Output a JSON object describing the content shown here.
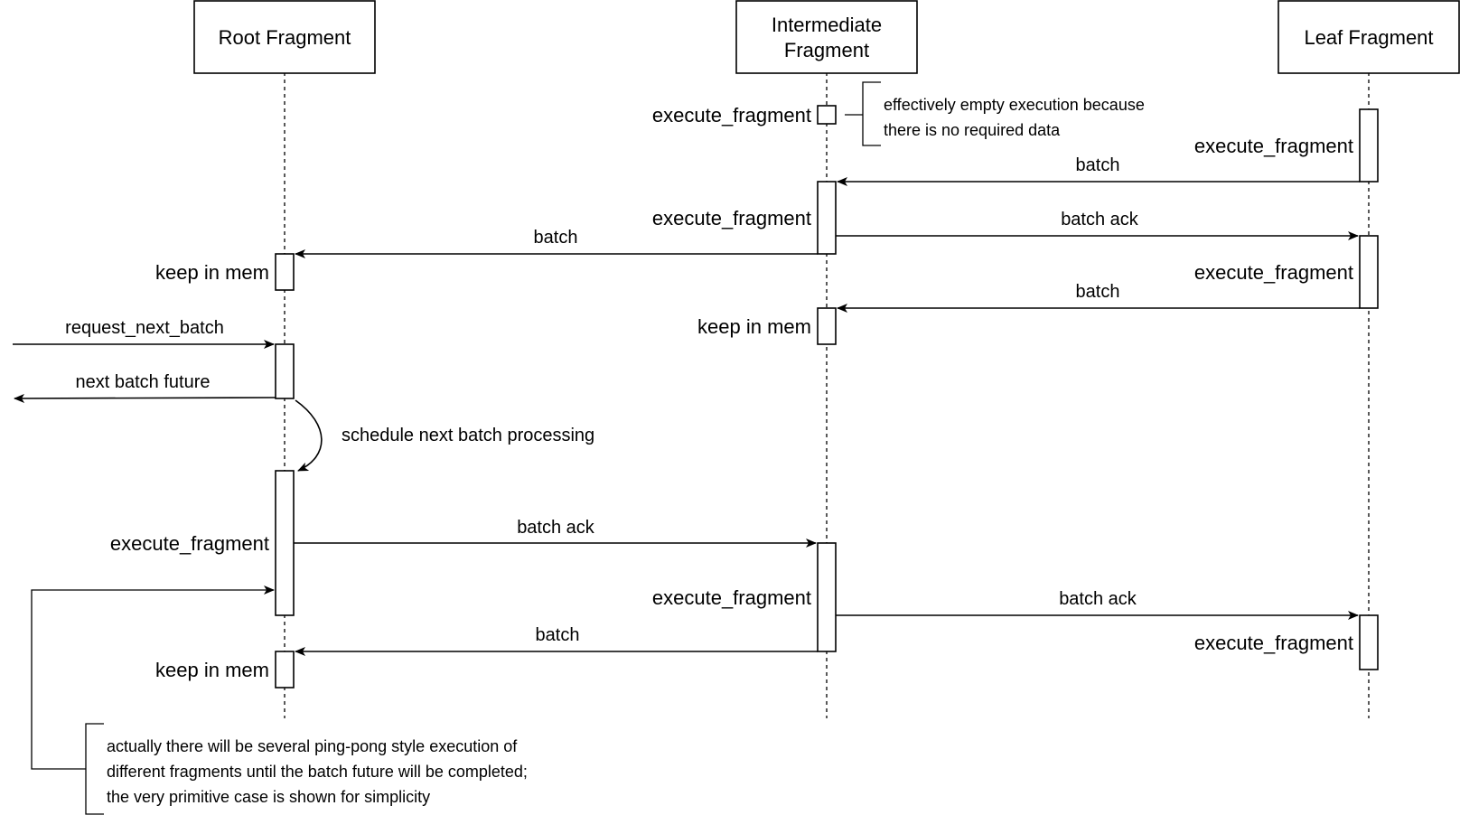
{
  "participants": {
    "root": "Root Fragment",
    "intermediate_line1": "Intermediate",
    "intermediate_line2": "Fragment",
    "leaf": "Leaf Fragment"
  },
  "activation_labels": {
    "int_execute_1": "execute_fragment",
    "leaf_execute_1": "execute_fragment",
    "int_execute_2": "execute_fragment",
    "root_keep_1": "keep in mem",
    "leaf_execute_2": "execute_fragment",
    "int_keep_1": "keep in mem",
    "root_execute_1": "execute_fragment",
    "int_execute_3": "execute_fragment",
    "leaf_execute_3": "execute_fragment",
    "root_keep_2": "keep in mem"
  },
  "messages": {
    "leaf_to_int_batch_1": "batch",
    "int_to_leaf_ack_1": "batch ack",
    "int_to_root_batch_1": "batch",
    "leaf_to_int_batch_2": "batch",
    "request_next_batch": "request_next_batch",
    "next_batch_future": "next batch future",
    "schedule_next": "schedule next batch processing",
    "root_to_int_ack": "batch ack",
    "int_to_leaf_ack_2": "batch ack",
    "int_to_root_batch_2": "batch"
  },
  "notes": {
    "empty_exec_line1": "effectively empty execution because",
    "empty_exec_line2": " there is no required data",
    "pingpong_line1": "actually there will be several ping-pong style execution of",
    "pingpong_line2": "different fragments until the batch future will be completed;",
    "pingpong_line3": "the very primitive case is shown for simplicity"
  }
}
